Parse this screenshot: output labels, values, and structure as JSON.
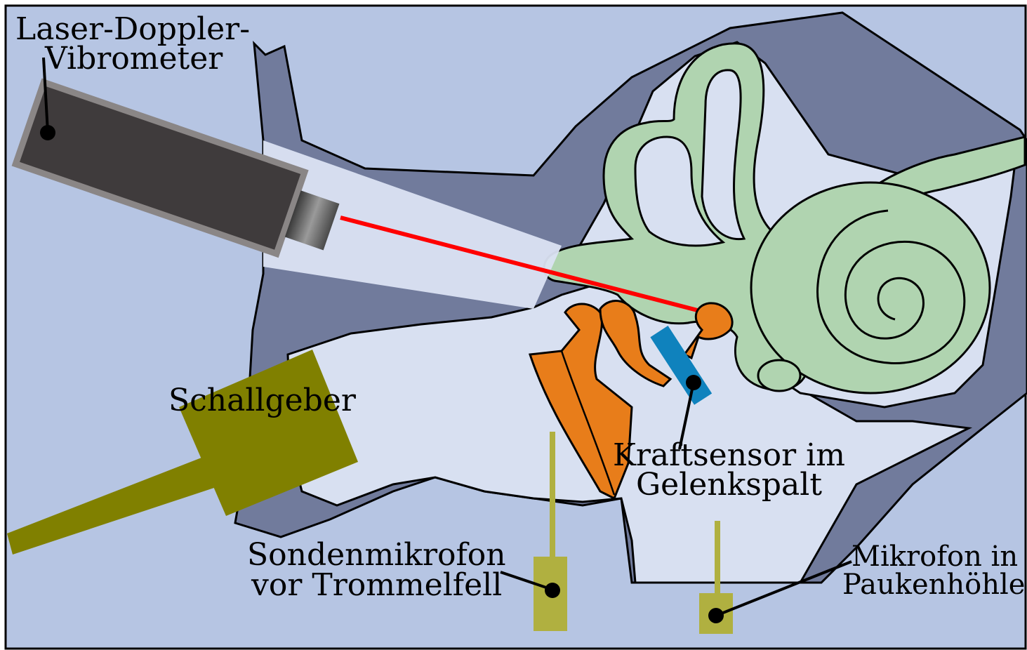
{
  "labels": {
    "laser_line1": "Laser-Doppler-",
    "laser_line2": "Vibrometer",
    "speaker": "Schallgeber",
    "force_line1": "Kraftsensor im",
    "force_line2": "Gelenkspalt",
    "probe_line1": "Sondenmikrofon",
    "probe_line2": "vor Trommelfell",
    "mic_line1": "Mikrofon in",
    "mic_line2": "Paukenhöhle"
  },
  "colors": {
    "background": "#b6c5e3",
    "bone": "#717b9c",
    "cavity": "#d8e0f1",
    "labyrinth": "#b0d4b0",
    "ossicles": "#e87d1a",
    "laser_body": "#3f3b3c",
    "laser_beam": "#ff0000",
    "speaker": "#808000",
    "microphone": "#b0b040",
    "force_sensor": "#0f82bd"
  }
}
